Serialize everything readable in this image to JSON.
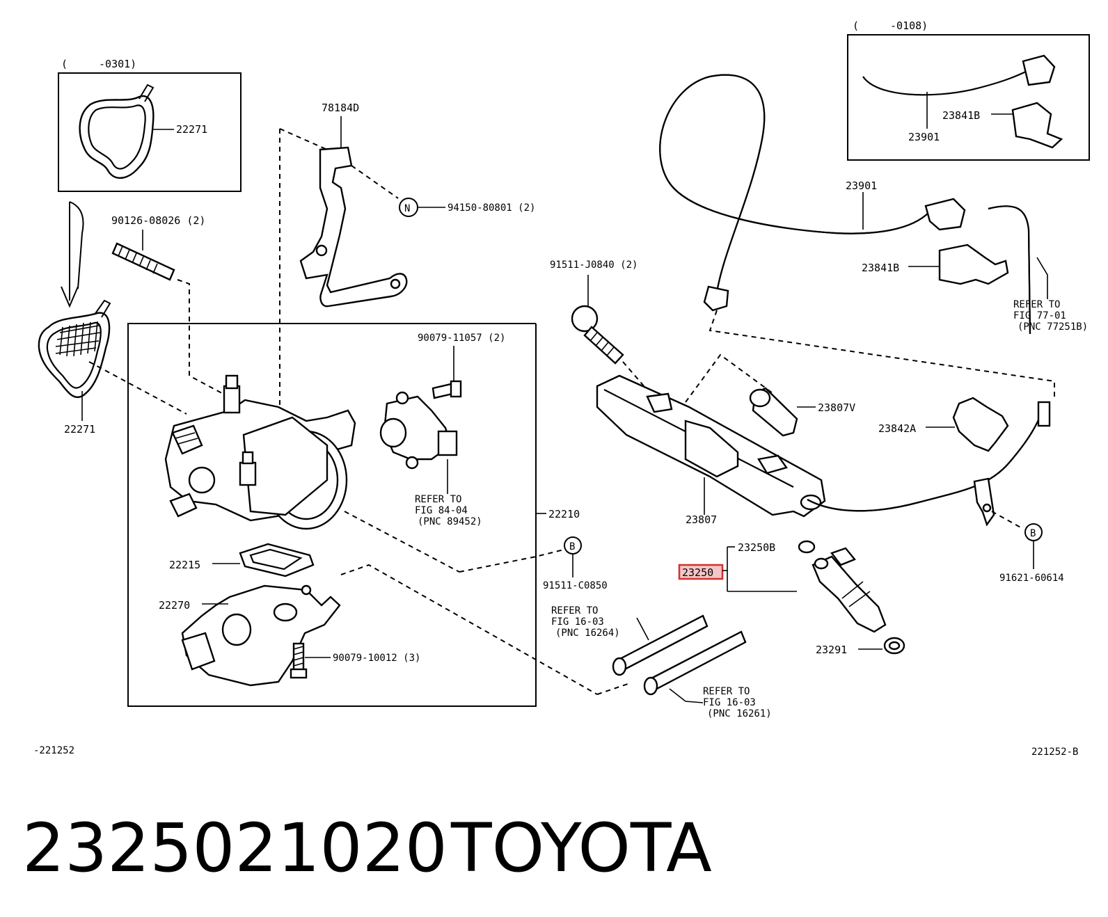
{
  "insets": {
    "left_range": "(　　　-0301)",
    "right_range": "(　　　-0108)"
  },
  "labels": {
    "p22271_top": "22271",
    "p22271_bottom": "22271",
    "p90126": "90126-08026 (2)",
    "p78184d": "78184D",
    "p94150": "94150-80801 (2)",
    "callout_n": "N",
    "p90079_11057": "90079-11057 (2)",
    "refer_84_line1": "REFER TO",
    "refer_84_line2": "FIG 84-04",
    "refer_84_line3": "(PNC 89452)",
    "p22210": "22210",
    "p22215": "22215",
    "p22270": "22270",
    "p90079_10012": "90079-10012 (3)",
    "callout_b_left": "B",
    "p91511_c0850": "91511-C0850",
    "p91511_j0840": "91511-J0840 (2)",
    "p23807v": "23807V",
    "p23807": "23807",
    "p23842a": "23842A",
    "p23901_inset": "23901",
    "p23841b_inset": "23841B",
    "p23901": "23901",
    "p23841b": "23841B",
    "refer_77_line1": "REFER TO",
    "refer_77_line2": "FIG 77-01",
    "refer_77_line3": "(PNC 77251B)",
    "p23250b": "23250B",
    "p23250": "23250",
    "p23291": "23291",
    "callout_b_right": "B",
    "p91621": "91621-60614",
    "refer_16264_line1": "REFER TO",
    "refer_16264_line2": "FIG 16-03",
    "refer_16264_line3": "(PNC 16264)",
    "refer_16261_line1": "REFER TO",
    "refer_16261_line2": "FIG 16-03",
    "refer_16261_line3": "(PNC 16261)",
    "footer_left": "-221252",
    "footer_right": "221252-B"
  },
  "caption": {
    "part_number": "2325021020",
    "brand": "TOYOTA"
  },
  "colors": {
    "highlight_fill": "#f4c6c6",
    "highlight_stroke": "#d32f2f"
  }
}
